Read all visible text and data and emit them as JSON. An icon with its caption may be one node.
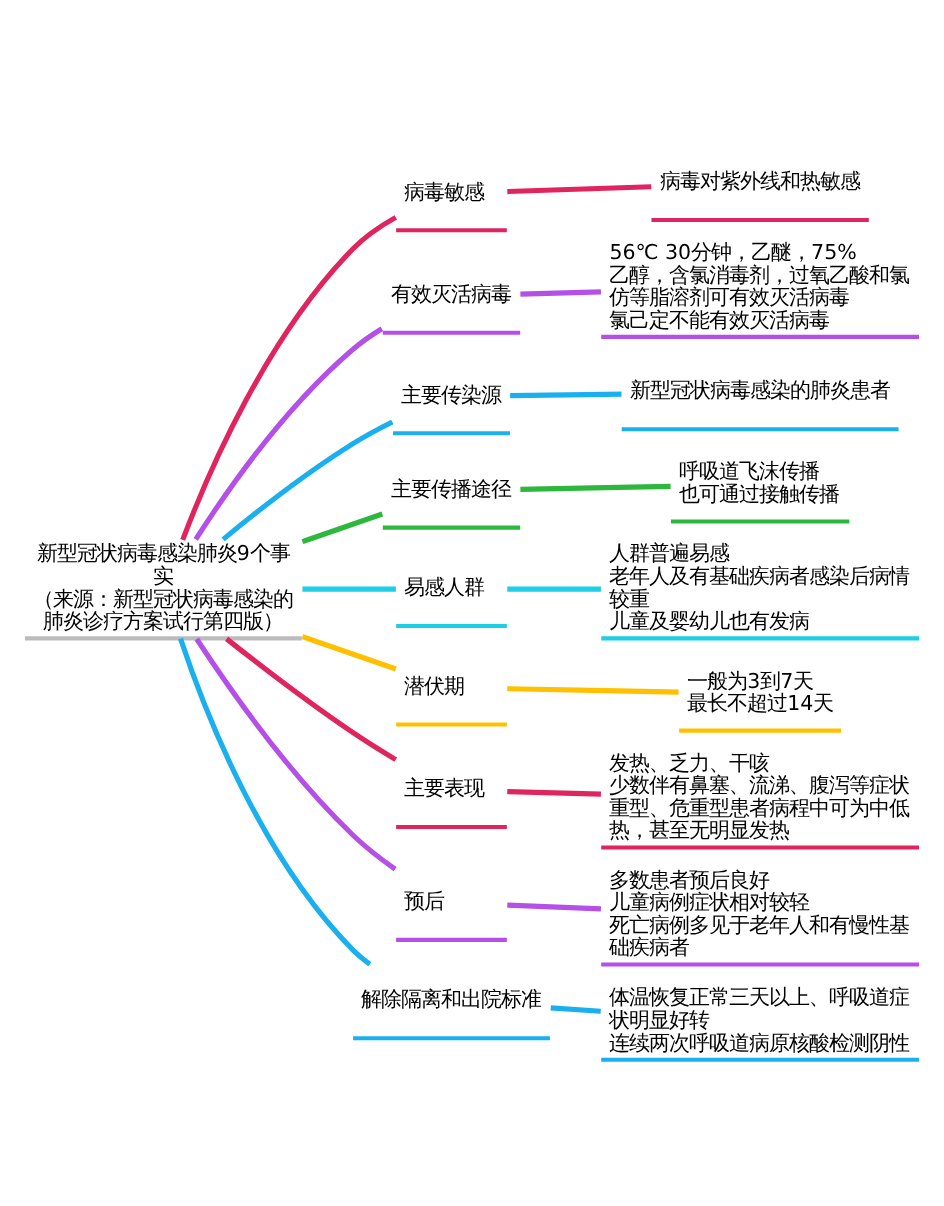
{
  "diagram": {
    "nodes": [
      {
        "text": [
          "新型冠状病毒感染肺炎9个事实",
          "（来源：新型冠状病毒感染的肺炎诊疗方案试行第四版）"
        ]
      },
      {
        "text": [
          "病毒敏感"
        ]
      },
      {
        "text": [
          "病毒对紫外线和热敏感"
        ]
      },
      {
        "text": [
          "有效灭活病毒"
        ]
      },
      {
        "text": [
          "56℃ 30分钟，乙醚，75%乙醇，含氯消毒剂，过氧乙酸和氯仿等脂溶剂可有效灭活病毒",
          "氯己定不能有效灭活病毒"
        ]
      },
      {
        "text": [
          "主要传染源"
        ]
      },
      {
        "text": [
          "新型冠状病毒感染的肺炎患者"
        ]
      },
      {
        "text": [
          "主要传播途径"
        ]
      },
      {
        "text": [
          "呼吸道飞沫传播",
          "也可通过接触传播"
        ]
      },
      {
        "text": [
          "易感人群"
        ]
      },
      {
        "text": [
          "人群普遍易感",
          "老年人及有基础疾病者感染后病情较重",
          "儿童及婴幼儿也有发病"
        ]
      },
      {
        "text": [
          "潜伏期"
        ]
      },
      {
        "text": [
          "一般为3到7天",
          "最长不超过14天"
        ]
      },
      {
        "text": [
          "主要表现"
        ]
      },
      {
        "text": [
          "发热、乏力、干咳",
          "少数伴有鼻塞、流涕、腹泻等症状",
          "重型、危重型患者病程中可为中低热，甚至无明显发热"
        ]
      },
      {
        "text": [
          "预后"
        ]
      },
      {
        "text": [
          "多数患者预后良好",
          "儿童病例症状相对较轻",
          "死亡病例多见于老年人和有慢性基础疾病者"
        ]
      },
      {
        "text": [
          "解除隔离和出院标准"
        ]
      },
      {
        "text": [
          "体温恢复正常三天以上、呼吸道症状明显好转",
          "连续两次呼吸道病原核酸检测阴性"
        ]
      }
    ],
    "edges": [
      {
        "from": 0,
        "to": 1,
        "arrow": "none",
        "color": "#e0245e"
      },
      {
        "from": 1,
        "to": 2,
        "arrow": "none",
        "color": "#e0245e"
      },
      {
        "from": 0,
        "to": 3,
        "arrow": "none",
        "color": "#b44fe8"
      },
      {
        "from": 3,
        "to": 4,
        "arrow": "none",
        "color": "#b44fe8"
      },
      {
        "from": 0,
        "to": 5,
        "arrow": "none",
        "color": "#1ab0f0"
      },
      {
        "from": 5,
        "to": 6,
        "arrow": "none",
        "color": "#1ab0f0"
      },
      {
        "from": 0,
        "to": 7,
        "arrow": "none",
        "color": "#2db83d"
      },
      {
        "from": 7,
        "to": 8,
        "arrow": "none",
        "color": "#2db83d"
      },
      {
        "from": 0,
        "to": 9,
        "arrow": "none",
        "color": "#1ccfe6"
      },
      {
        "from": 9,
        "to": 10,
        "arrow": "none",
        "color": "#1ccfe6"
      },
      {
        "from": 0,
        "to": 11,
        "arrow": "none",
        "color": "#ffc000"
      },
      {
        "from": 11,
        "to": 12,
        "arrow": "none",
        "color": "#ffc000"
      },
      {
        "from": 0,
        "to": 13,
        "arrow": "none",
        "color": "#e0245e"
      },
      {
        "from": 13,
        "to": 14,
        "arrow": "none",
        "color": "#e0245e"
      },
      {
        "from": 0,
        "to": 15,
        "arrow": "none",
        "color": "#b44fe8"
      },
      {
        "from": 15,
        "to": 16,
        "arrow": "none",
        "color": "#b44fe8"
      },
      {
        "from": 0,
        "to": 17,
        "arrow": "none",
        "color": "#1ab0f0"
      },
      {
        "from": 17,
        "to": 18,
        "arrow": "none",
        "color": "#1ab0f0"
      }
    ]
  }
}
